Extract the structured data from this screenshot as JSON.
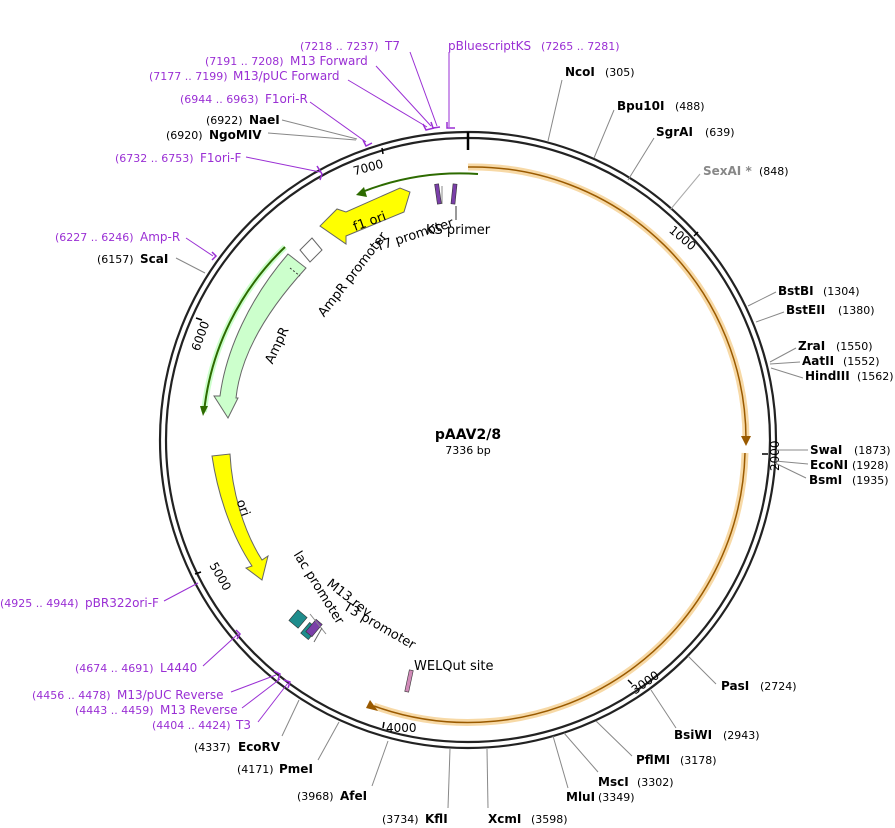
{
  "plasmid": {
    "name": "pAAV2/8",
    "length_label": "7336 bp"
  },
  "colors": {
    "primer": "#9a2fd4",
    "ori_fill": "#ffff00",
    "ampr_fill": "#ccffcc",
    "cds_outline": "#2d6b00",
    "cap_band": "#f7d9a6",
    "cap_arrow": "#9a5a00"
  },
  "ticks": [
    {
      "label": "1000",
      "pos": 1000
    },
    {
      "label": "2000",
      "pos": 2000
    },
    {
      "label": "3000",
      "pos": 3000
    },
    {
      "label": "4000",
      "pos": 4000
    },
    {
      "label": "5000",
      "pos": 5000
    },
    {
      "label": "6000",
      "pos": 6000
    },
    {
      "label": "7000",
      "pos": 7000
    }
  ],
  "sites_right": [
    {
      "name": "NcoI",
      "pos": "(305)"
    },
    {
      "name": "Bpu10I",
      "pos": "(488)"
    },
    {
      "name": "SgrAI",
      "pos": "(639)"
    },
    {
      "name": "SexAI *",
      "pos": "(848)",
      "grey": true
    },
    {
      "name": "BstBI",
      "pos": "(1304)"
    },
    {
      "name": "BstEII",
      "pos": "(1380)"
    },
    {
      "name": "ZraI",
      "pos": "(1550)"
    },
    {
      "name": "AatII",
      "pos": "(1552)"
    },
    {
      "name": "HindIII",
      "pos": "(1562)"
    },
    {
      "name": "SwaI",
      "pos": "(1873)"
    },
    {
      "name": "EcoNI",
      "pos": "(1928)"
    },
    {
      "name": "BsmI",
      "pos": "(1935)"
    },
    {
      "name": "PasI",
      "pos": "(2724)"
    },
    {
      "name": "BsiWI",
      "pos": "(2943)"
    },
    {
      "name": "PflMI",
      "pos": "(3178)"
    },
    {
      "name": "MscI",
      "pos": "(3302)"
    },
    {
      "name": "MluI",
      "pos": "(3349)"
    },
    {
      "name": "XcmI",
      "pos": "(3598)"
    }
  ],
  "sites_left": [
    {
      "name": "KflI",
      "pos": "(3734)"
    },
    {
      "name": "AfeI",
      "pos": "(3968)"
    },
    {
      "name": "PmeI",
      "pos": "(4171)"
    },
    {
      "name": "EcoRV",
      "pos": "(4337)"
    },
    {
      "name": "ScaI",
      "pos": "(6157)"
    },
    {
      "name": "NgoMIV",
      "pos": "(6920)"
    },
    {
      "name": "NaeI",
      "pos": "(6922)"
    }
  ],
  "primers": [
    {
      "name": "pBluescriptKS",
      "range": "(7265 .. 7281)"
    },
    {
      "name": "T7",
      "range": "(7218 .. 7237)"
    },
    {
      "name": "M13 Forward",
      "range": "(7191 .. 7208)"
    },
    {
      "name": "M13/pUC Forward",
      "range": "(7177 .. 7199)"
    },
    {
      "name": "F1ori-R",
      "range": "(6944 .. 6963)"
    },
    {
      "name": "F1ori-F",
      "range": "(6732 .. 6753)"
    },
    {
      "name": "Amp-R",
      "range": "(6227 .. 6246)"
    },
    {
      "name": "pBR322ori-F",
      "range": "(4925 .. 4944)"
    },
    {
      "name": "L4440",
      "range": "(4674 .. 4691)"
    },
    {
      "name": "M13/pUC Reverse",
      "range": "(4456 .. 4478)"
    },
    {
      "name": "M13 Reverse",
      "range": "(4443 .. 4459)"
    },
    {
      "name": "T3",
      "range": "(4404 .. 4424)"
    }
  ],
  "features": {
    "f1_ori": "f1 ori",
    "t7_promoter": "T7 promoter",
    "ks_primer": "KS primer",
    "ampr_promoter": "AmpR promoter",
    "ampr": "AmpR",
    "ori": "ori",
    "lac_promoter": "lac promoter",
    "m13_rev": "M13 rev",
    "t3_promoter": "T3 promoter",
    "welqut_site": "WELQut site"
  }
}
